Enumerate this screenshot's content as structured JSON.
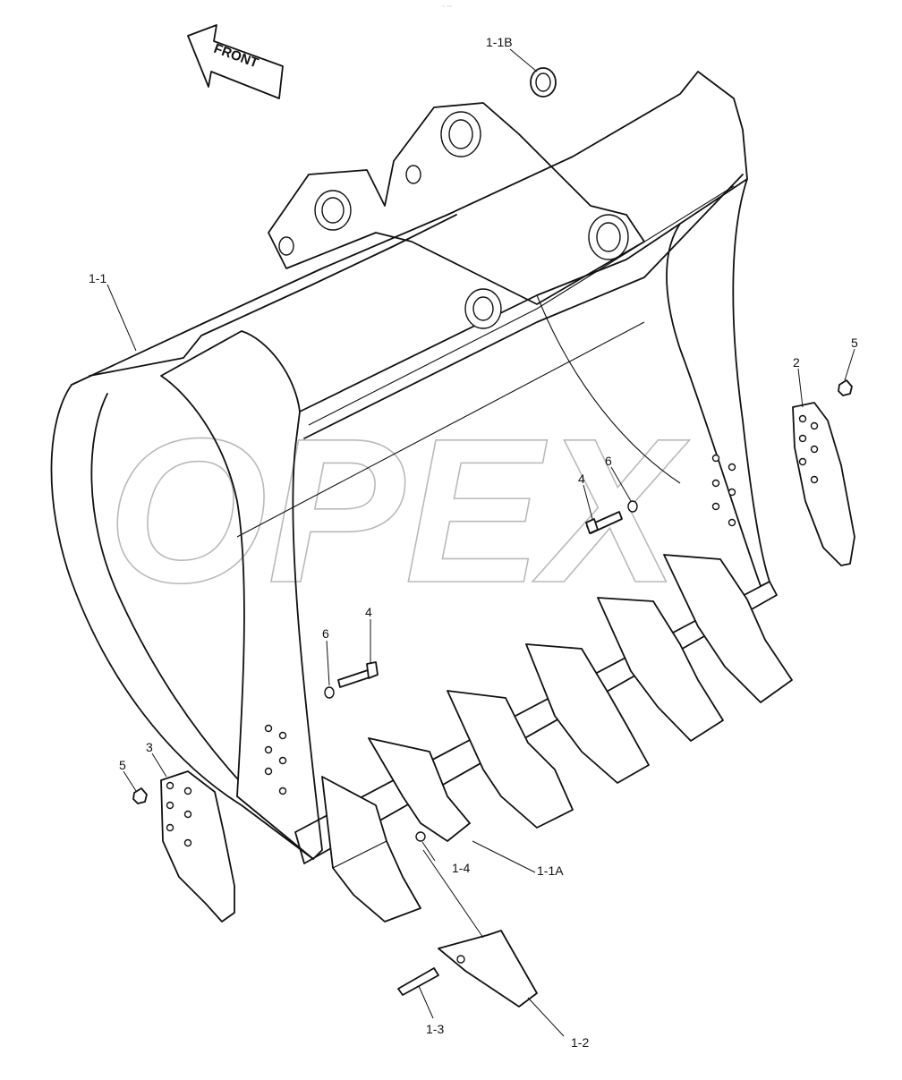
{
  "diagram": {
    "watermark": "OPEX",
    "direction_label": "FRONT",
    "callouts": {
      "bucket_assembly": "1-1",
      "bushing": "1-1B",
      "adapter": "1-1A",
      "tooth_point": "1-2",
      "pin": "1-3",
      "lock_washer": "1-4",
      "side_cutter_right": "2",
      "side_cutter_left": "3",
      "bolt_right": "4",
      "bolt_left": "4",
      "nut_right": "5",
      "nut_left": "5",
      "washer_right": "6",
      "washer_left": "6"
    }
  }
}
